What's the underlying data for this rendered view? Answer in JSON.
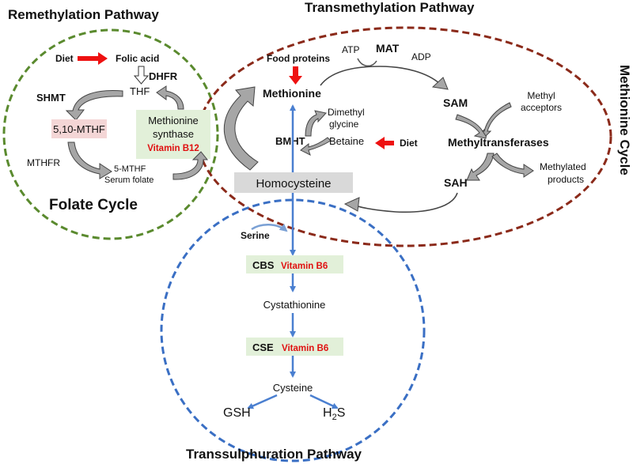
{
  "titles": {
    "remethylation": "Remethylation Pathway",
    "transmethylation": "Transmethylation Pathway",
    "methionine_cycle": "Methionine Cycle",
    "folate_cycle": "Folate Cycle",
    "transsulphuration": "Transsulphuration Pathway"
  },
  "folate": {
    "diet": "Diet",
    "folic_acid": "Folic acid",
    "dhfr": "DHFR",
    "thf": "THF",
    "shmt": "SHMT",
    "mthf_510": "5,10-MTHF",
    "mthfr": "MTHFR",
    "mthf_5": "5-MTHF",
    "serum_folate": "Serum folate",
    "synthase_line1": "Methionine",
    "synthase_line2": "synthase",
    "vitamin_b12": "Vitamin B12"
  },
  "methionine": {
    "atp": "ATP",
    "mat": "MAT",
    "adp": "ADP",
    "food_proteins": "Food proteins",
    "methionine": "Methionine",
    "sam": "SAM",
    "methyl_acceptors_1": "Methyl",
    "methyl_acceptors_2": "acceptors",
    "methyltransferases": "Methyltransferases",
    "methylated_products_1": "Methylated",
    "methylated_products_2": "products",
    "sah": "SAH",
    "dimethyl_glycine_1": "Dimethyl",
    "dimethyl_glycine_2": "glycine",
    "bmht": "BMHT",
    "betaine": "Betaine",
    "diet": "Diet",
    "homocysteine": "Homocysteine"
  },
  "transsulphuration": {
    "serine": "Serine",
    "cbs": "CBS",
    "vitamin_b6_1": "Vitamin B6",
    "cystathionine": "Cystathionine",
    "cse": "CSE",
    "vitamin_b6_2": "Vitamin B6",
    "cysteine": "Cysteine",
    "gsh": "GSH",
    "h2s_h": "H",
    "h2s_sub": "2",
    "h2s_s": "S"
  },
  "colors": {
    "folate_circle": "#5a8a2e",
    "methionine_circle": "#8b2a1a",
    "transsulphuration_circle": "#3a6fc4",
    "red_arrow": "#ee1111",
    "blue_arrow": "#4a7fd0",
    "highlight_green": "#e2f0d9",
    "highlight_pink": "#f4d6d6",
    "homocysteine_box": "#d9d9d9"
  }
}
